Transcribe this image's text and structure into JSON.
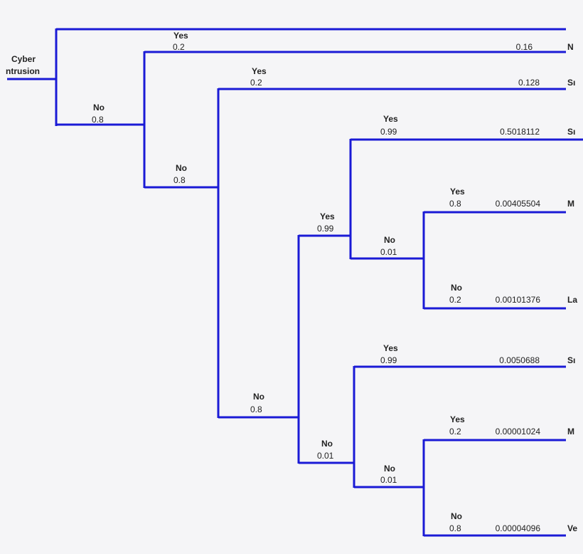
{
  "root": {
    "line1": "Cyber",
    "line2": "ntrusion"
  },
  "branches": [
    {
      "label": "No",
      "prob": "0.8"
    },
    {
      "label": "Yes",
      "prob": "0.2",
      "result": "0.16",
      "outcome": "N"
    },
    {
      "label": "No",
      "prob": "0.8"
    },
    {
      "label": "Yes",
      "prob": "0.2",
      "result": "0.128",
      "outcome": "Sı"
    },
    {
      "label": "No",
      "prob": "0.8"
    },
    {
      "label": "Yes",
      "prob": "0.99"
    },
    {
      "label": "Yes",
      "prob": "0.99",
      "result": "0.5018112",
      "outcome": "Sı"
    },
    {
      "label": "No",
      "prob": "0.01"
    },
    {
      "label": "Yes",
      "prob": "0.8",
      "result": "0.00405504",
      "outcome": "M"
    },
    {
      "label": "No",
      "prob": "0.2",
      "result": "0.00101376",
      "outcome": "La"
    },
    {
      "label": "No",
      "prob": "0.01"
    },
    {
      "label": "Yes",
      "prob": "0.99",
      "result": "0.0050688",
      "outcome": "Sı"
    },
    {
      "label": "No",
      "prob": "0.01"
    },
    {
      "label": "Yes",
      "prob": "0.2",
      "result": "0.00001024",
      "outcome": "M"
    },
    {
      "label": "No",
      "prob": "0.8",
      "result": "0.00004096",
      "outcome": "Ve"
    }
  ],
  "colors": {
    "line": "#1a1ad6",
    "background": "#f5f5f7"
  }
}
